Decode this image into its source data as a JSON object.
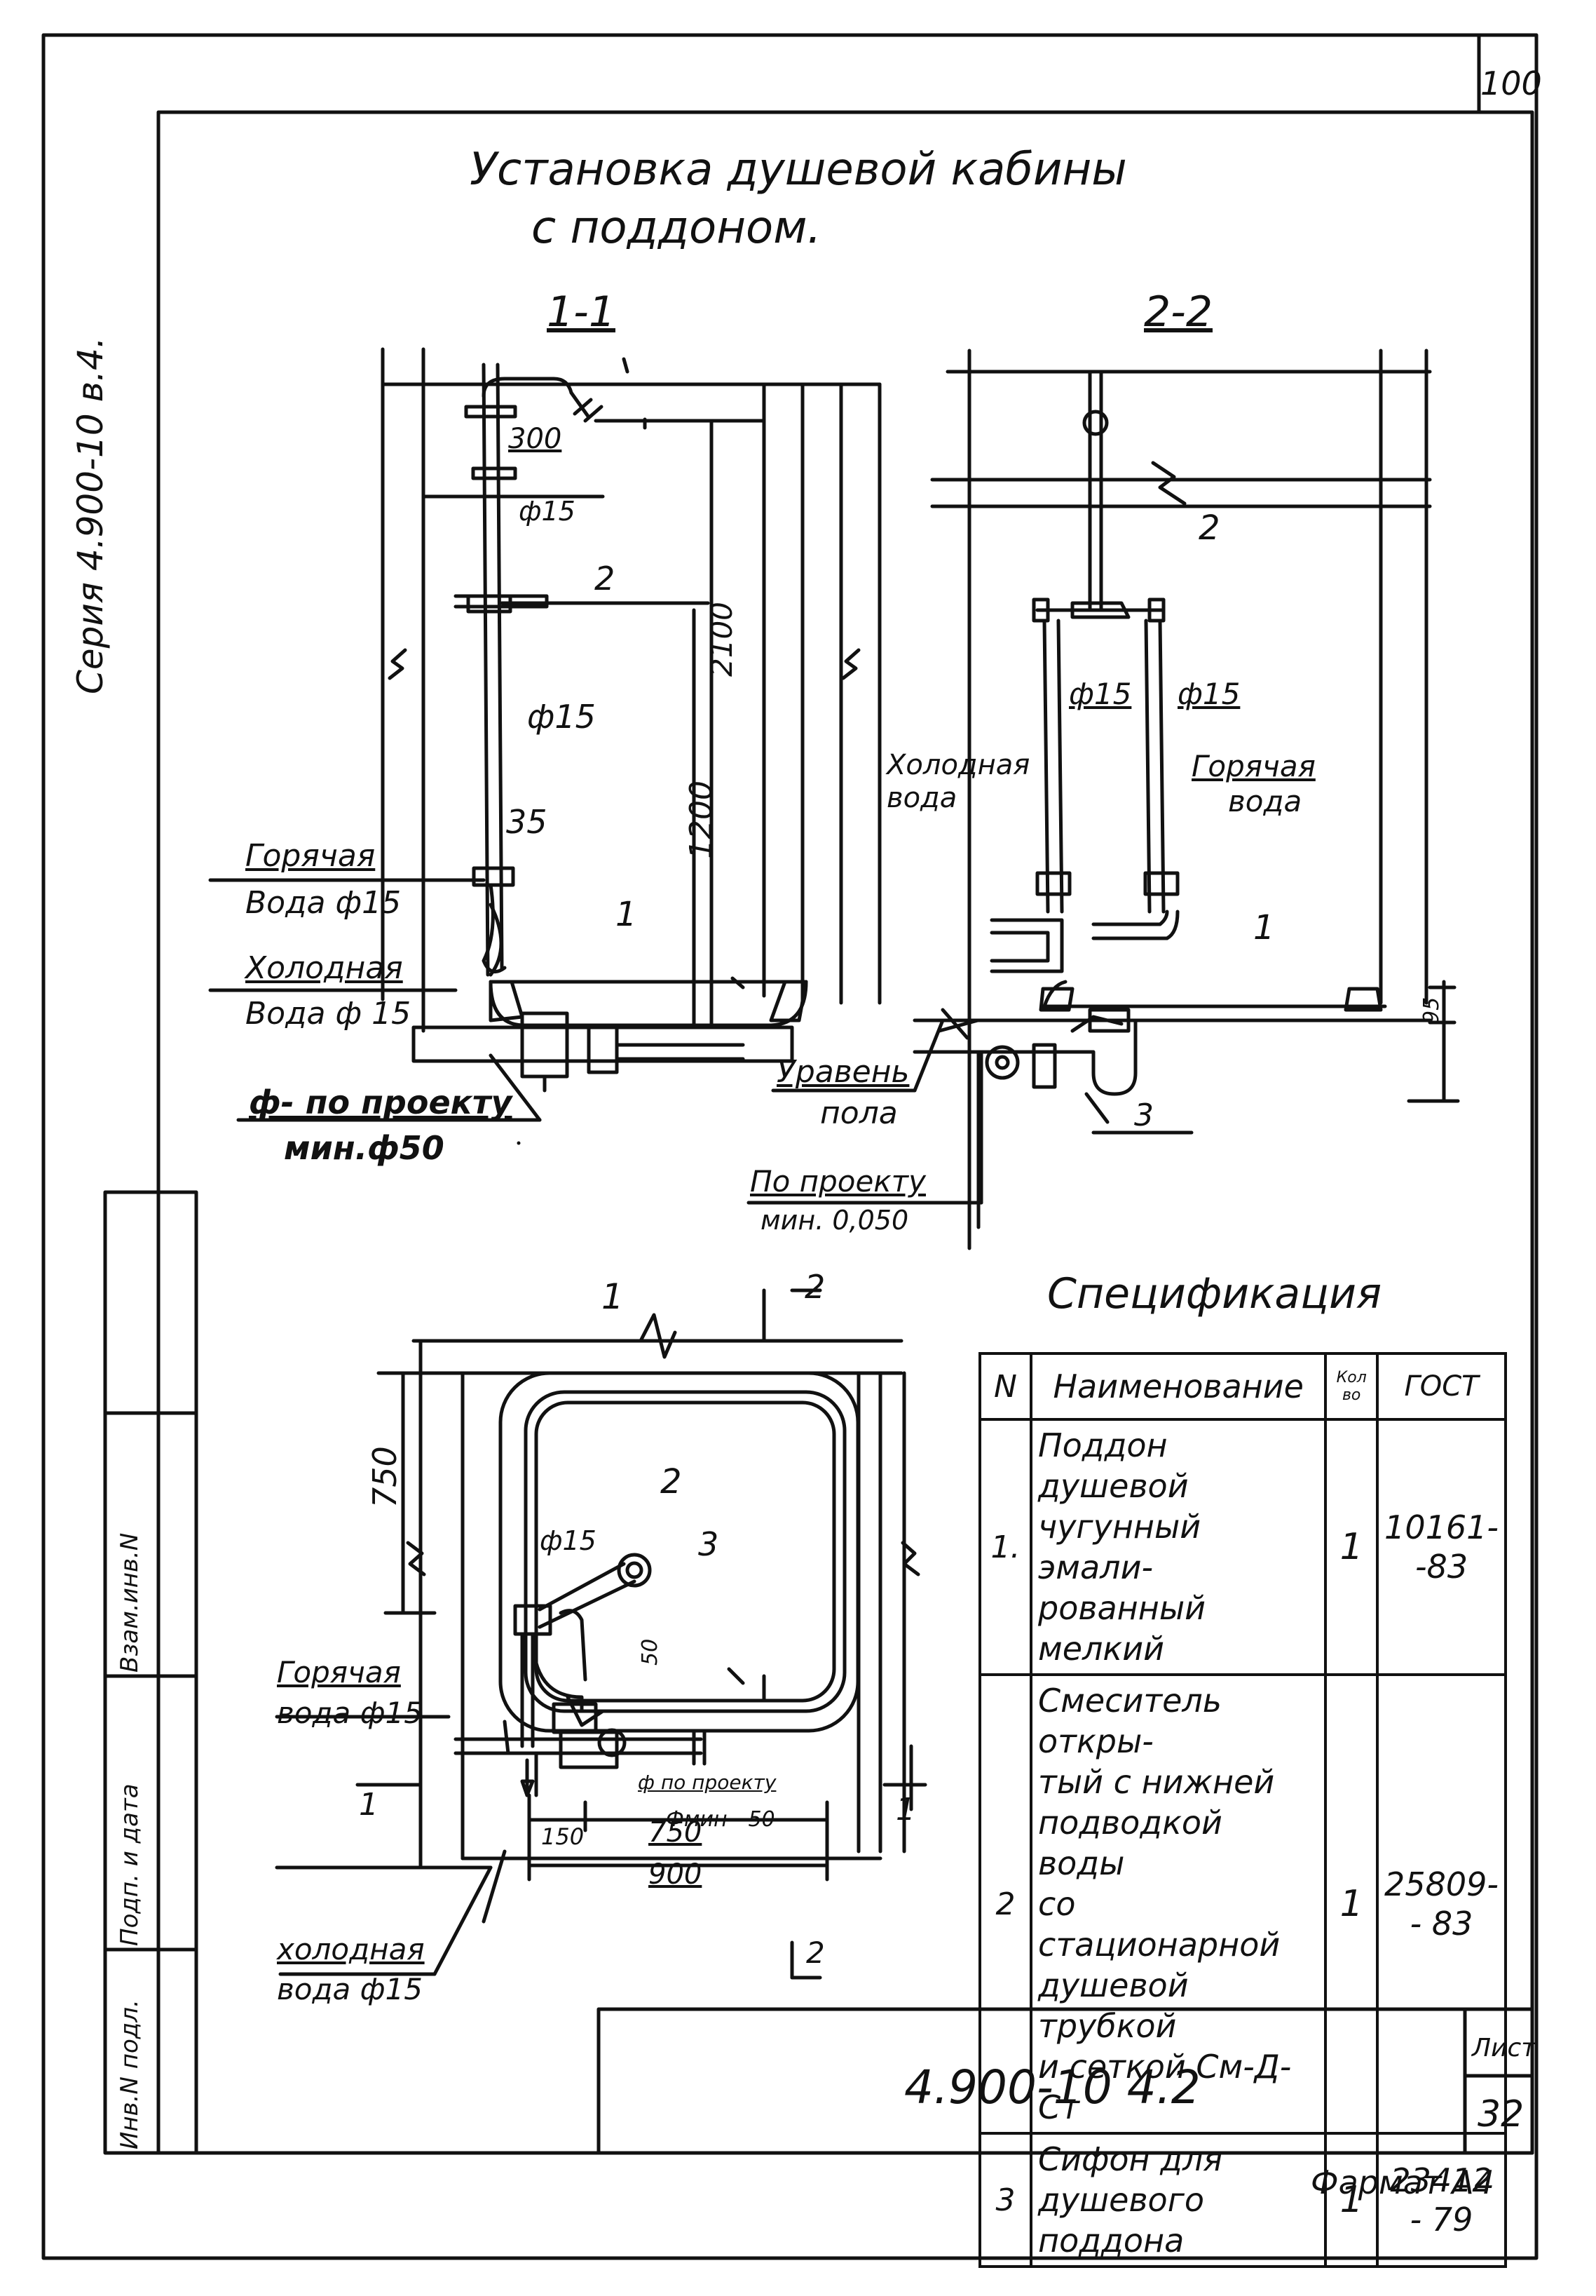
{
  "sheet": {
    "corner_number": "100",
    "series_label": "Серия 4.900-10 в.4.",
    "title_line1": "Установка душевой кабины",
    "title_line2": "с поддоном.",
    "format_label": "Фармат А4"
  },
  "section_1_1": {
    "label": "1-1",
    "dims": {
      "d300": "300",
      "d2100": "2100",
      "d1200": "1200",
      "d35": "35",
      "d_phi15_top": "ф15",
      "d_phi15_mid": "ф15"
    },
    "callouts": {
      "c2": "2",
      "c1": "1"
    },
    "hot_water": [
      "Горячая",
      "Вода ф15"
    ],
    "cold_water": [
      "Холодная",
      "Вода ф 15"
    ],
    "drain_note": [
      "ф- по проекту",
      "мин.ф50"
    ]
  },
  "section_2_2": {
    "label": "2-2",
    "callouts": {
      "c2": "2",
      "c1": "1",
      "c3": "3"
    },
    "dims": {
      "d_phi15_left": "ф15",
      "d_phi15_right": "ф15",
      "d95": "95"
    },
    "cold_water": [
      "Холодная",
      "вода"
    ],
    "hot_water": [
      "Горячая",
      "вода"
    ],
    "floor_level": [
      "Уравень",
      "пола"
    ],
    "slope_note": [
      "По проекту",
      "мин. 0,050"
    ]
  },
  "plan_view": {
    "callouts": {
      "c1": "1",
      "c2": "2",
      "c3": "3",
      "c2_cut_top": "2",
      "c2_cut_bottom": "2",
      "c1_cut_left": "1",
      "c1_cut_right": "1"
    },
    "dims": {
      "d750_v": "750",
      "d150": "150",
      "d750_h": "750",
      "d900": "900",
      "d50": "50",
      "d_phi15": "ф15"
    },
    "hot_water": [
      "Горячая",
      "вода ф15"
    ],
    "cold_water": [
      "холодная",
      "вода ф15"
    ],
    "drain_note": [
      "ф по проекту",
      "Фмин - 50"
    ]
  },
  "specification": {
    "title": "Спецификация",
    "headers": {
      "n": "N",
      "name": "Наименование",
      "qty": "Кол во",
      "gost": "ГОСТ"
    },
    "rows": [
      {
        "n": "1.",
        "name": [
          "Поддон душевой",
          "чугунный эмали-",
          "рованный мелкий"
        ],
        "qty": "1",
        "gost": [
          "10161-",
          "-83"
        ]
      },
      {
        "n": "2",
        "name": [
          "Смеситель откры-",
          "тый с нижней",
          "подводкой воды",
          "со стационарной",
          "душевой трубкой",
          "и сеткой См-Д-Ст"
        ],
        "qty": "1",
        "gost": [
          "25809-",
          "- 83"
        ]
      },
      {
        "n": "3",
        "name": [
          "Сифон для",
          "душевого",
          "поддона"
        ],
        "qty": "1",
        "gost": [
          "23412",
          "- 79"
        ]
      }
    ]
  },
  "title_block": {
    "code": "4.900-10 4.2",
    "sheet_label": "Лист",
    "sheet_number": "32"
  },
  "left_margin_columns": [
    "Инв.N подл.",
    "Подп. и дата",
    "Взам.инв.N"
  ]
}
